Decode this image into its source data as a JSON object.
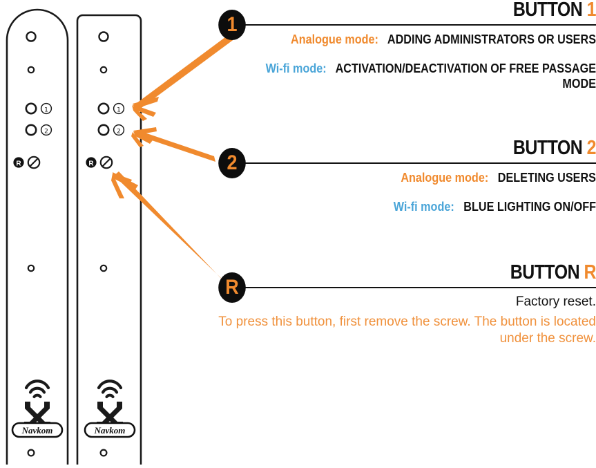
{
  "device": {
    "panel_left": {
      "name": "rounded-top-panel",
      "top_shape": "domed",
      "markers": [
        "①",
        "②",
        "R",
        "screw-slot"
      ]
    },
    "panel_right": {
      "name": "flat-top-panel",
      "top_shape": "flat",
      "markers": [
        "①",
        "②",
        "R",
        "screw-slot"
      ]
    },
    "indicator_1": "①",
    "indicator_2": "②",
    "reset_marker": "R",
    "brand": "Navkom"
  },
  "callouts": [
    {
      "badge": "1",
      "heading_main": "BUTTON",
      "heading_accent": "1",
      "lines": [
        {
          "label": "Analogue mode:",
          "label_kind": "analogue",
          "text": "ADDING ADMINISTRATORS OR USERS"
        },
        {
          "label": "Wi-fi mode:",
          "label_kind": "wifi",
          "text": "ACTIVATION/DEACTIVATION OF FREE PASSAGE MODE"
        }
      ]
    },
    {
      "badge": "2",
      "heading_main": "BUTTON",
      "heading_accent": "2",
      "lines": [
        {
          "label": "Analogue mode:",
          "label_kind": "analogue",
          "text": "DELETING USERS"
        },
        {
          "label": "Wi-fi mode:",
          "label_kind": "wifi",
          "text": "BLUE LIGHTING ON/OFF"
        }
      ]
    },
    {
      "badge": "R",
      "heading_main": "BUTTON",
      "heading_accent": "R",
      "plain_text": "Factory reset.",
      "note_text": "To press this button, first remove the screw. The button is located under the screw."
    }
  ],
  "colors": {
    "accent_orange": "#F08A2E",
    "note_orange": "#F0913C",
    "wifi_blue": "#4AA5D8",
    "ink": "#111111"
  }
}
